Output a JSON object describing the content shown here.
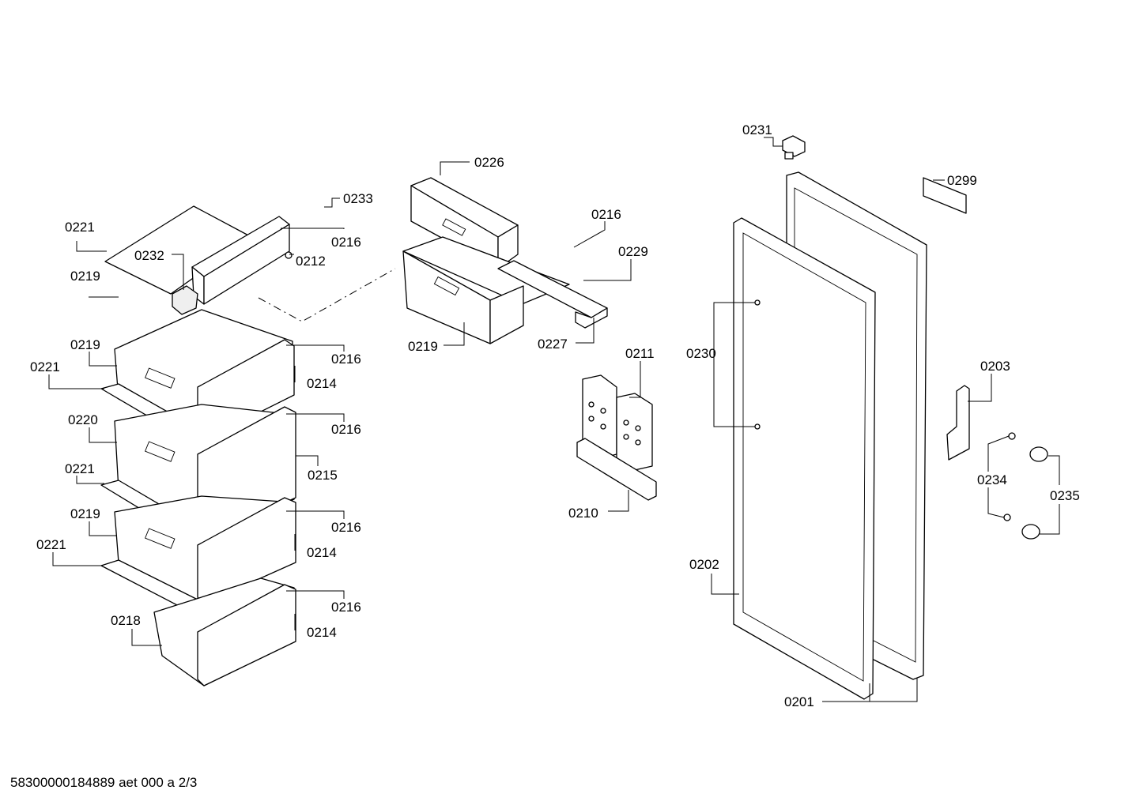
{
  "labels": {
    "l0231": "0231",
    "l0299": "0299",
    "l0226": "0226",
    "l0233": "0233",
    "l0221_a": "0221",
    "l0216_a": "0216",
    "l0212": "0212",
    "l0232": "0232",
    "l0219_a": "0219",
    "l0216_b": "0216",
    "l0229": "0229",
    "l0219_b": "0219",
    "l0227": "0227",
    "l0211": "0211",
    "l0230": "0230",
    "l0203": "0203",
    "l0219_c": "0219",
    "l0216_c": "0216",
    "l0221_b": "0221",
    "l0214_a": "0214",
    "l0220": "0220",
    "l0216_d": "0216",
    "l0215": "0215",
    "l0221_c": "0221",
    "l0234": "0234",
    "l0235": "0235",
    "l0210": "0210",
    "l0219_d": "0219",
    "l0216_e": "0216",
    "l0221_d": "0221",
    "l0214_b": "0214",
    "l0202": "0202",
    "l0218": "0218",
    "l0216_f": "0216",
    "l0214_c": "0214",
    "l0201": "0201"
  },
  "footer": {
    "code": "58300000184889 aet 000 a 2/3"
  }
}
